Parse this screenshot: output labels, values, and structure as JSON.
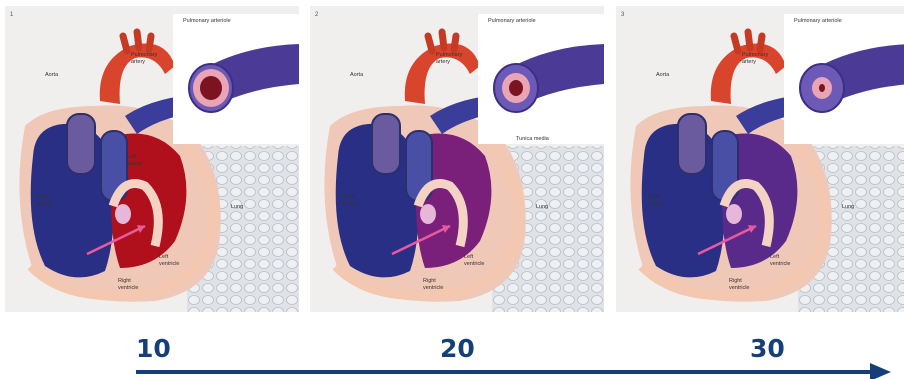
{
  "panels": [
    {
      "number": "1",
      "inset_title": "Pulmonary arteriole",
      "labels": {
        "aorta": "Aorta",
        "pulmonary_artery": "Pulmonary\nartery",
        "left_atrium": "Left\natrium",
        "right_atrium": "Right\natrium",
        "left_ventricle": "Left\nventricle",
        "right_ventricle": "Right\nventricle",
        "lung": "Lung"
      },
      "tint": "#b0101c",
      "lumen_r": 11
    },
    {
      "number": "2",
      "inset_title": "Pulmonary arteriole",
      "labels": {
        "aorta": "Aorta",
        "pulmonary_artery": "Pulmonary\nartery",
        "tunica_media": "Tunica media",
        "right_atrium": "Right\natrium",
        "left_ventricle": "Left\nventricle",
        "right_ventricle": "Right\nventricle",
        "lung": "Lung"
      },
      "tint": "#7a1f7a",
      "lumen_r": 7
    },
    {
      "number": "3",
      "inset_title": "Pulmonary arteriole",
      "labels": {
        "aorta": "Aorta",
        "pulmonary_artery": "Pulmonary\nartery",
        "right_atrium": "Right\natrium",
        "left_ventricle": "Left\nventricle",
        "right_ventricle": "Right\nventricle",
        "lung": "Lung"
      },
      "tint": "#5a2a8a",
      "lumen_r": 3
    }
  ],
  "timeline": {
    "ticks": [
      "10",
      "20",
      "30"
    ],
    "color": "#163f7a"
  }
}
